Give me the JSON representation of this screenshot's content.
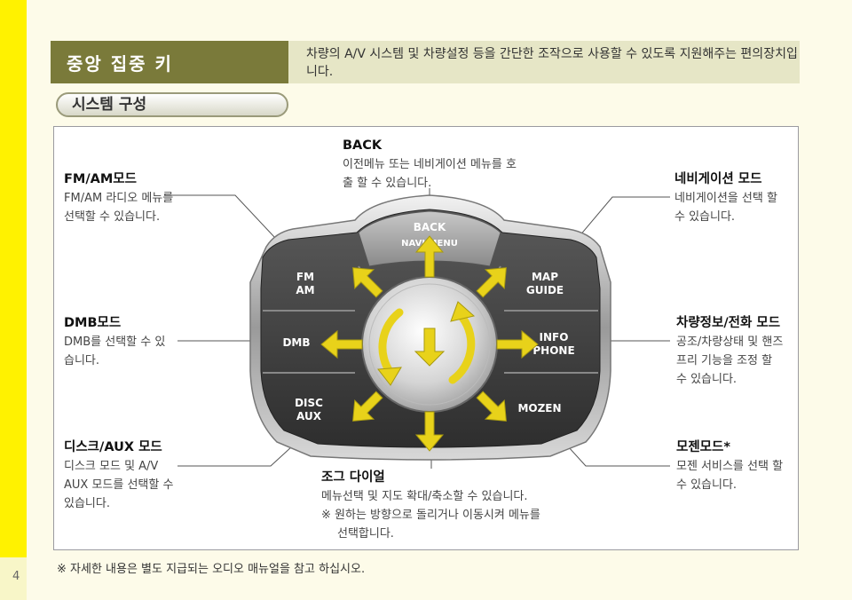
{
  "page_number": "4",
  "header": {
    "title": "중앙 집중 키",
    "description": "차량의 A/V 시스템 및 차량설정 등을 간단한 조작으로 사용할 수 있도록 지원해주는 편의장치입니다."
  },
  "section_title": "시스템 구성",
  "controller": {
    "buttons": {
      "back": "BACK",
      "navi_menu": "NAVI MENU",
      "fm": "FM",
      "am": "AM",
      "map": "MAP",
      "guide": "GUIDE",
      "dmb": "DMB",
      "info": "INFO",
      "phone": "PHONE",
      "disc": "DISC",
      "aux": "AUX",
      "mozen": "MOZEN"
    }
  },
  "callouts": {
    "back": {
      "title": "BACK",
      "lines": [
        "이전메뉴 또는 네비게이션 메뉴를 호",
        "출 할 수 있습니다."
      ]
    },
    "fm_am": {
      "title": "FM/AM모드",
      "lines": [
        "FM/AM 라디오 메뉴를",
        "선택할 수 있습니다."
      ]
    },
    "navi": {
      "title": "네비게이션 모드",
      "lines": [
        "네비게이션을 선택 할",
        "수 있습니다."
      ]
    },
    "dmb": {
      "title": "DMB모드",
      "lines": [
        "DMB를 선택할 수 있",
        "습니다."
      ]
    },
    "info_phone": {
      "title": "차량정보/전화 모드",
      "lines": [
        "공조/차량상태 및 핸즈",
        "프리 기능을 조정 할",
        "수 있습니다."
      ]
    },
    "disc_aux": {
      "title": "디스크/AUX 모드",
      "lines": [
        "디스크 모드 및 A/V",
        "AUX 모드를 선택할 수",
        "있습니다."
      ]
    },
    "mozen": {
      "title": "모젠모드*",
      "lines": [
        "모젠 서비스를 선택 할",
        "수 있습니다."
      ]
    },
    "jog": {
      "title": "조그 다이얼",
      "lines": [
        "메뉴선택 및 지도 확대/축소할 수 있습니다.",
        "※ 원하는 방향으로 돌리거나 이동시켜 메뉴를",
        "선택합니다."
      ]
    }
  },
  "footer_note": "※ 자세한 내용은 별도 지급되는 오디오 매뉴얼을 참고 하십시오.",
  "colors": {
    "side_bar": "#fff200",
    "header_dark": "#7a7a3a",
    "header_light": "#e6e6c6",
    "arrow": "#e8d21a"
  }
}
